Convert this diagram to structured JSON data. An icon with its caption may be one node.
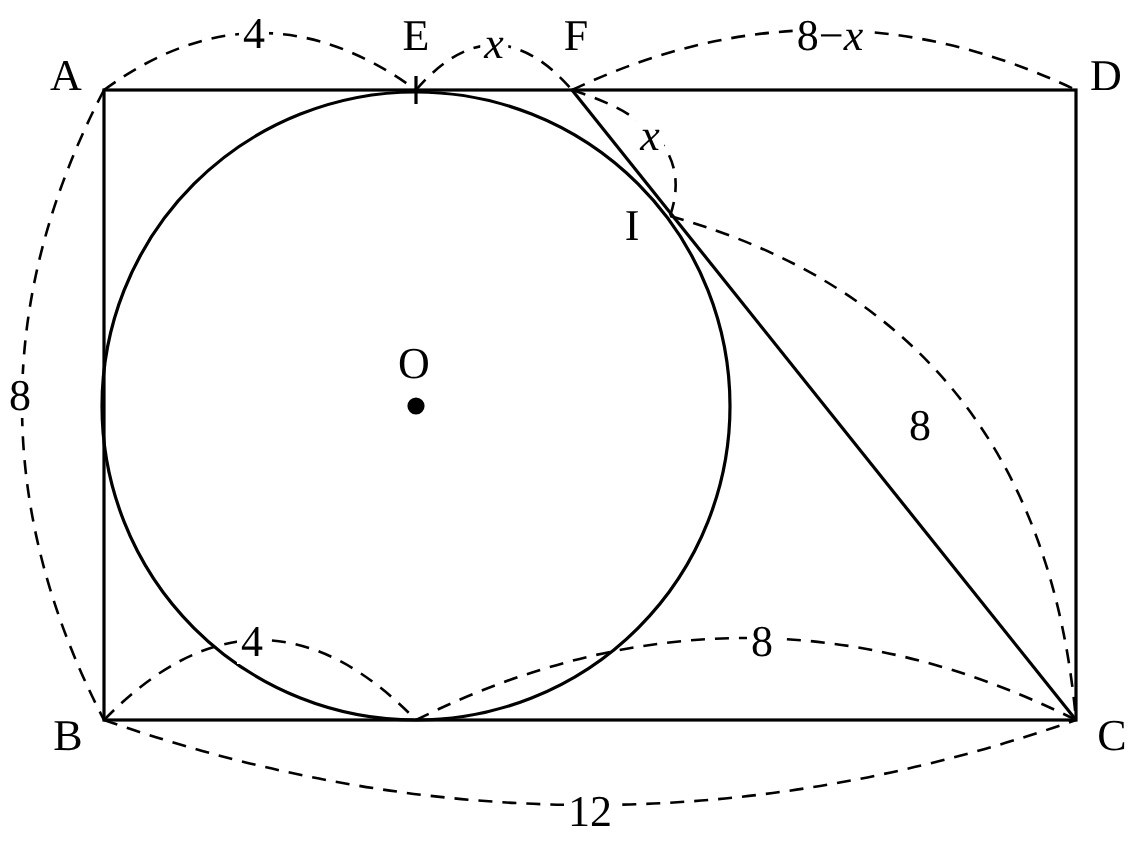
{
  "diagram": {
    "labels": [
      "4",
      "x",
      "8−*x*",
      "A",
      "E",
      "F",
      "D",
      "x",
      "I",
      "O",
      "8",
      "8",
      "4",
      "8",
      "B",
      "C",
      "12"
    ]
  }
}
